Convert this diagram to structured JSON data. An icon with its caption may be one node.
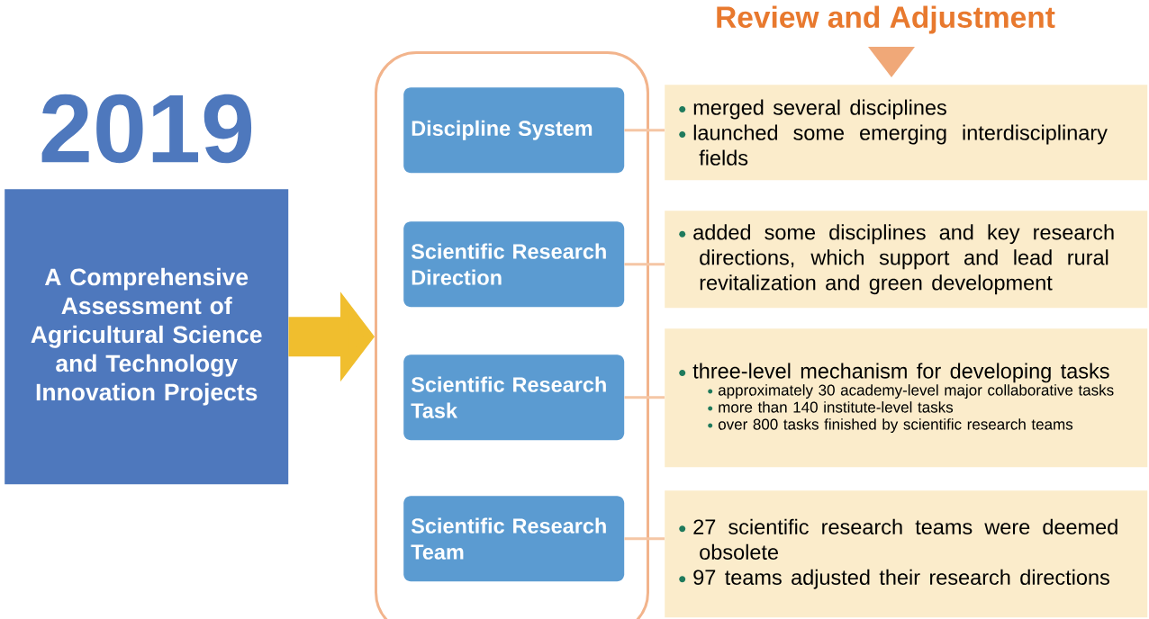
{
  "diagram": {
    "title": "Review and Adjustment",
    "nodes": [
      {
        "text": [
          "A Comprehensive Assessment of Agricultural Science and Technology Innovation Projects"
        ]
      },
      {
        "text": [],
        "shape": "box"
      },
      {
        "text": [
          "Discipline System"
        ],
        "in": 1
      },
      {
        "text": [
          "Scientific Research Direction"
        ],
        "in": 1
      },
      {
        "text": [
          "Scientific Research Task"
        ],
        "in": 1
      },
      {
        "text": [
          "Scientific Research Team"
        ],
        "in": 1
      },
      {
        "text": [
          "merged several disciplines",
          "launched some emerging interdisciplinary fields"
        ]
      },
      {
        "text": [
          "added some disciplines and key research directions, which support and lead rural revitalization and green development"
        ]
      },
      {
        "text": [
          "three-level mechanism for developing tasks",
          "approximately 30 academy-level major collaborative tasks",
          "more than 140 institute-level tasks",
          "over 800 tasks finished by scientific research teams"
        ]
      },
      {
        "text": [
          "27 scientific research teams were deemed obsolete",
          "97 teams adjusted their research directions"
        ]
      }
    ],
    "edges": [
      {
        "from": 0,
        "to": 1,
        "arrow": "to",
        "style": "thick",
        "color": "#f0be2e"
      },
      {
        "from": 2,
        "to": 6,
        "arrow": "none"
      },
      {
        "from": 3,
        "to": 7,
        "arrow": "none"
      },
      {
        "from": 4,
        "to": 8,
        "arrow": "none"
      },
      {
        "from": 5,
        "to": 9,
        "arrow": "none"
      }
    ],
    "labels": [
      "2019"
    ]
  }
}
